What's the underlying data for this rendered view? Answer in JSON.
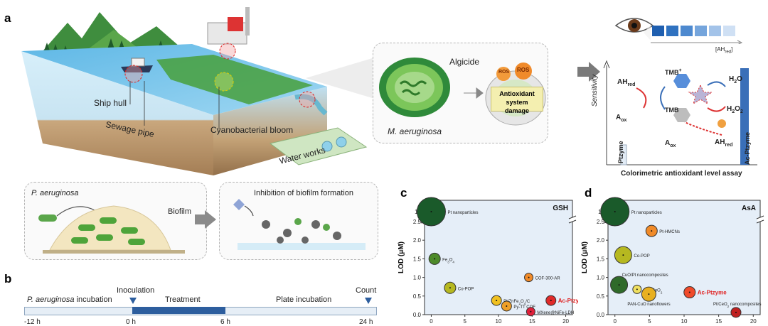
{
  "panels": {
    "a": "a",
    "b": "b",
    "c": "c",
    "d": "d"
  },
  "scene": {
    "ship_hull": "Ship hull",
    "sewage_pipe": "Sewage pipe",
    "bloom": "Cyanobacterial bloom",
    "water_works": "Water works"
  },
  "algae": {
    "species": "M. aeruginosa",
    "algicide": "Algicide",
    "ros1": "ROS",
    "ros2": "ROS",
    "damage_line1": "Antioxidant system",
    "damage_line2": "damage"
  },
  "assay": {
    "title": "Colorimetric antioxidant level assay",
    "sensitivity": "Sensitivity",
    "ah_red_top": "AH",
    "ah_red_sub": "red",
    "a_ox_left": "A",
    "a_ox_left_sub": "ox",
    "tmb_ox": "TMB",
    "tmb_ox_sup": "+",
    "tmb": "TMB",
    "h2o": "H",
    "h2o_sub": "2",
    "h2o_tail": "O",
    "h2o2": "H",
    "h2o2_sub1": "2",
    "h2o2_mid": "O",
    "h2o2_sub2": "2",
    "a_ox_bottom": "A",
    "a_ox_bottom_sub": "ox",
    "ah_red_bottom": "AH",
    "ah_red_bottom_sub": "red",
    "ptzyme": "Ptzyme",
    "ac_ptzyme": "Ac-Ptzyme",
    "scale_label": "[AH",
    "scale_sub": "red",
    "scale_tail": "]",
    "scale_colors": [
      "#1f5fb0",
      "#2f72c0",
      "#4d89cf",
      "#75a5dc",
      "#a3c3e9",
      "#cfe0f4"
    ]
  },
  "biofilm": {
    "species": "P. aeruginosa",
    "label": "Biofilm",
    "inhibition": "Inhibition of biofilm formation"
  },
  "timeline": {
    "left_text": "P. aeruginosa",
    "left_tail": " incubation",
    "inoculation": "Inoculation",
    "treatment": "Treatment",
    "plate": "Plate incubation",
    "count": "Count",
    "ticks": [
      "-12 h",
      "0 h",
      "6 h",
      "24 h"
    ]
  },
  "chart_data": [
    {
      "type": "scatter",
      "title": "GSH",
      "ylabel": "LOD (μM)",
      "xlabel": "",
      "x_ticks": [
        "0",
        "5",
        "10",
        "15",
        "20"
      ],
      "y_ticks": [
        "0.0",
        "0.5",
        "1.0",
        "1.5",
        "2.0",
        "2.5",
        "10"
      ],
      "y_break": true,
      "xlim": [
        -1,
        21
      ],
      "points": [
        {
          "label": "Pt nanoparticles",
          "x": 0,
          "y": 10,
          "color": "#1a5a2a",
          "r": 20,
          "highlight": false
        },
        {
          "label": "Fe",
          "sub": "3",
          "label_tail": "O",
          "sub2": "4",
          "x": 0.5,
          "y": 1.5,
          "color": "#4d8a2a",
          "r": 8,
          "highlight": false
        },
        {
          "label": "Co-POP",
          "x": 2.8,
          "y": 0.72,
          "color": "#b6b820",
          "r": 8,
          "highlight": false
        },
        {
          "label": "COF-300-AR",
          "x": 14.5,
          "y": 1.0,
          "color": "#f08a28",
          "r": 6,
          "highlight": false
        },
        {
          "label": "Pt/ZnFe",
          "sub": "2",
          "label_tail": "O",
          "sub2": "4",
          "label_tail2": "/C",
          "x": 9.7,
          "y": 0.38,
          "color": "#f0c020",
          "r": 7,
          "highlight": false
        },
        {
          "label": "Py-TT COF",
          "x": 11.2,
          "y": 0.23,
          "color": "#f0a028",
          "r": 7,
          "highlight": false
        },
        {
          "label": "Ac-Ptzyme",
          "x": 17.8,
          "y": 0.38,
          "color": "#e02a2a",
          "r": 7,
          "highlight": true
        },
        {
          "label": "MXene@NiFe-LDH",
          "x": 14.8,
          "y": 0.08,
          "color": "#e0203a",
          "r": 6,
          "highlight": false
        }
      ]
    },
    {
      "type": "scatter",
      "title": "AsA",
      "ylabel": "LOD (μM)",
      "xlabel": "",
      "x_ticks": [
        "0",
        "5",
        "10",
        "15",
        "20"
      ],
      "y_ticks": [
        "0.0",
        "0.5",
        "1.0",
        "1.5",
        "2.0",
        "2.5",
        "10"
      ],
      "y_break": true,
      "xlim": [
        -1,
        21
      ],
      "points": [
        {
          "label": "Pt nanoparticles",
          "x": 0,
          "y": 10,
          "color": "#1a5a2a",
          "r": 20,
          "highlight": false
        },
        {
          "label": "Pt-HMCNs",
          "x": 5.3,
          "y": 2.25,
          "color": "#f08a28",
          "r": 8,
          "highlight": false
        },
        {
          "label": "Co-POP",
          "x": 1.2,
          "y": 1.6,
          "color": "#b6b820",
          "r": 12,
          "highlight": false
        },
        {
          "label": "CuO/Pt nanocomposites",
          "x": 0.6,
          "y": 0.8,
          "color": "#2f6a2a",
          "r": 12,
          "highlight": false
        },
        {
          "label": "PDI/CeO",
          "sub": "2",
          "x": 3.2,
          "y": 0.68,
          "color": "#f0e060",
          "r": 6,
          "highlight": false
        },
        {
          "label": "PAN-CuO nanoflowers",
          "x": 4.9,
          "y": 0.55,
          "color": "#e8b020",
          "r": 10,
          "highlight": false
        },
        {
          "label": "Ac-Ptzyme",
          "x": 10.8,
          "y": 0.6,
          "color": "#f04a2a",
          "r": 8,
          "highlight": true
        },
        {
          "label": "Pt/CeO",
          "sub": "2",
          "label_tail": " nanocomposites",
          "x": 17.5,
          "y": 0.06,
          "color": "#c02020",
          "r": 7,
          "highlight": false
        }
      ]
    }
  ]
}
